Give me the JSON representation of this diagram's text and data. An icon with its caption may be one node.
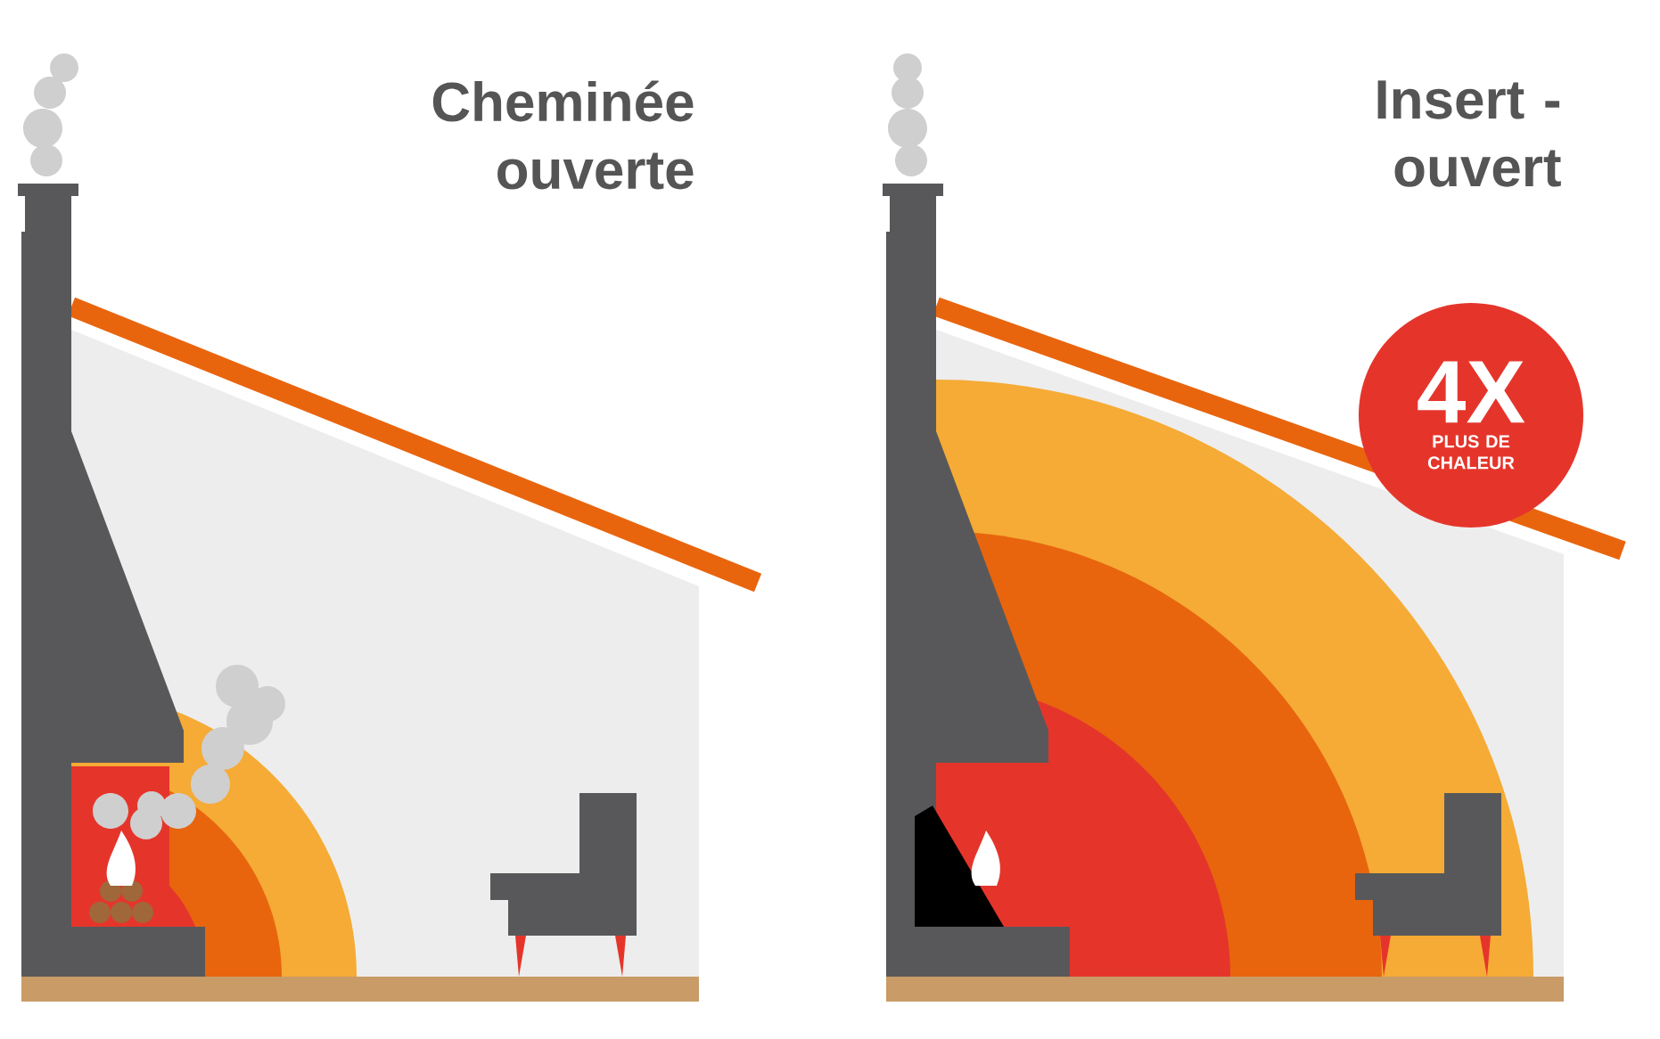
{
  "diagram": {
    "nodes": [
      {
        "text": [
          "4X",
          "PLUS DE CHALEUR"
        ]
      }
    ],
    "labels": [
      "Cheminée ouverte",
      "Insert - ouvert"
    ]
  }
}
